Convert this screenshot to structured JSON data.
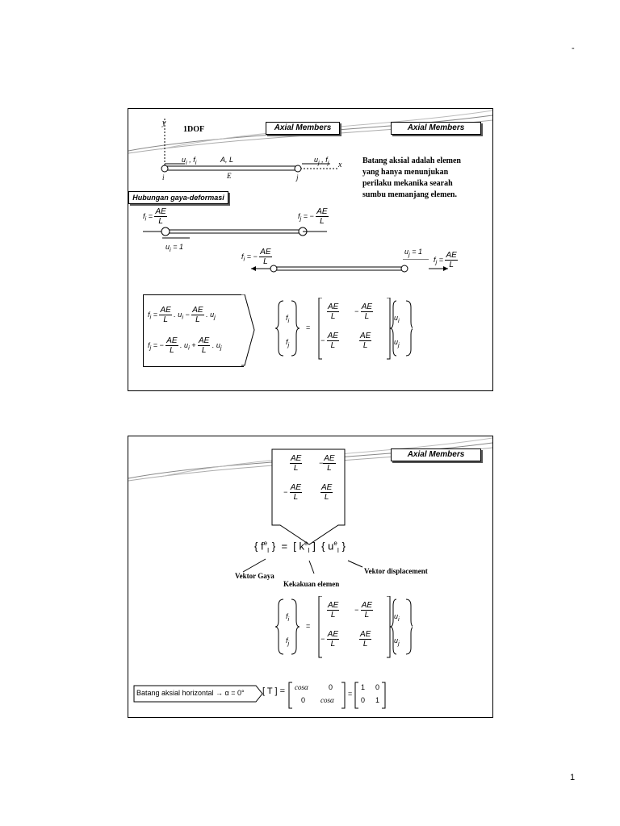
{
  "page": {
    "top_mark": "-",
    "page_number": "1"
  },
  "slide1": {
    "tag1": "Axial Members",
    "tag2": "Axial Members",
    "dof_label": "1DOF",
    "axis_y": "y",
    "axis_x": "x",
    "beam_props": "A, L",
    "left_force": "u",
    "right_force": "u",
    "node_i": "i",
    "node_j": "j",
    "modulus": "E",
    "description": [
      "Batang aksial adalah elemen",
      "yang hanya menunjukan",
      "perilaku mekanika  searah",
      "sumbu memanjang elemen."
    ],
    "relation_title": "Hubungan gaya-deformasi",
    "fi_eq": "f",
    "fj_eq": "f",
    "ui_one": "u",
    "uj_one": "u",
    "ae": "AE",
    "l": "L",
    "eq1": "f",
    "eq2": "f",
    "matrix_eq": "="
  },
  "slide2": {
    "tag": "Axial Members",
    "ae": "AE",
    "l": "L",
    "vector_force_label": "Vektor Gaya",
    "stiffness_label": "Kekakuan elemen",
    "vector_disp_label": "Vektor displacement",
    "horizontal_label": "Batang aksial horizontal  →  α = 0°",
    "t_label": "T",
    "cos_alpha": "cosα",
    "zero": "0",
    "one": "1",
    "equals": "="
  }
}
